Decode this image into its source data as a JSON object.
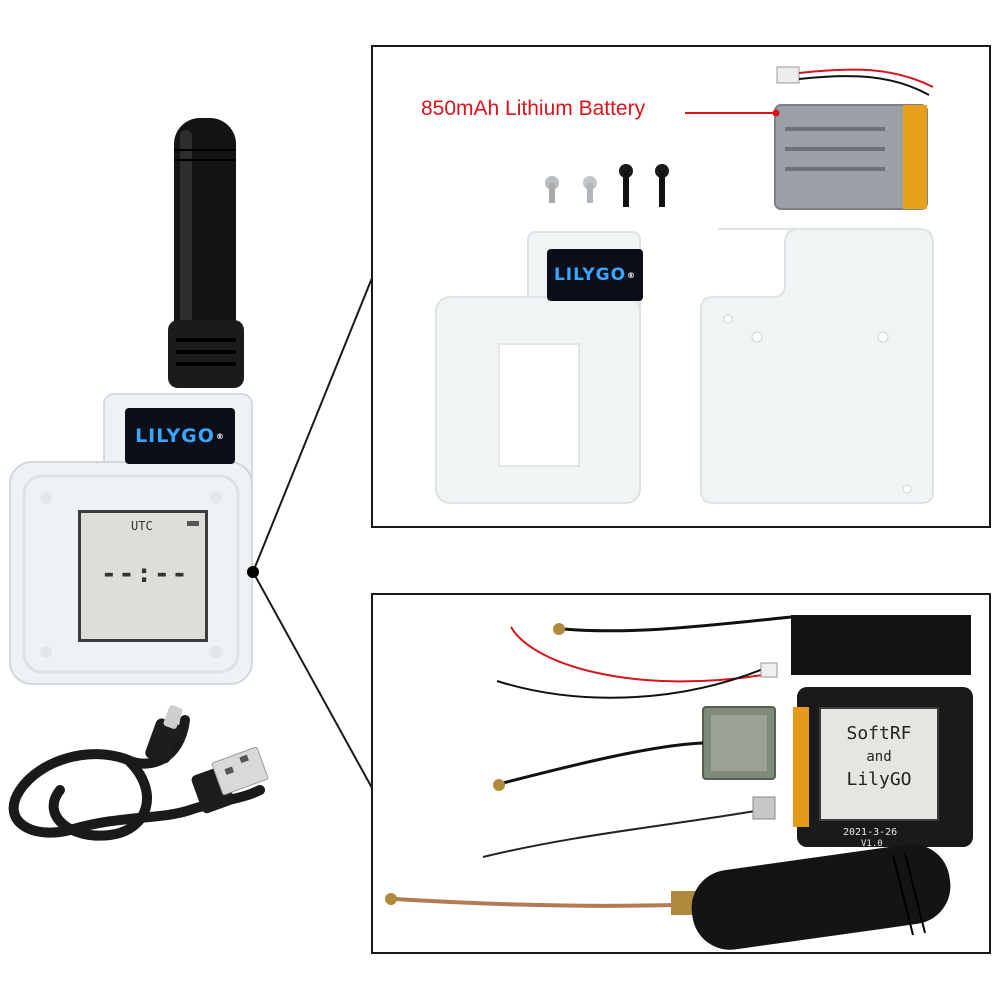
{
  "device": {
    "logo": "LILYGO",
    "screen_label": "UTC",
    "screen_time": "--:--"
  },
  "top_panel": {
    "battery_label": "850mAh Lithium Battery",
    "case_logo": "LILYGO"
  },
  "bottom_panel": {
    "eink_line1": "SoftRF",
    "eink_line2": "and",
    "eink_line3": "LilyGO",
    "board_date": "2021-3-26",
    "board_version": "V1.0"
  },
  "colors": {
    "callout": "#d8141c",
    "logo_text": "#3aa6ff",
    "case": "#eef2f4"
  }
}
